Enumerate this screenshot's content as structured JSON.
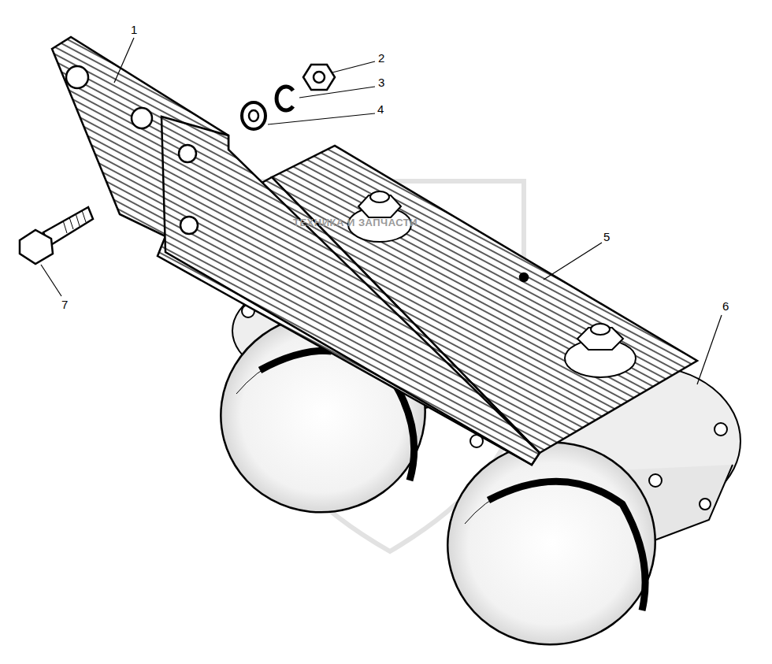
{
  "diagram": {
    "labels": [
      "1",
      "2",
      "3",
      "4",
      "5",
      "6",
      "7",
      "ТЕХНИКА И ЗАПЧАСТИ"
    ]
  }
}
